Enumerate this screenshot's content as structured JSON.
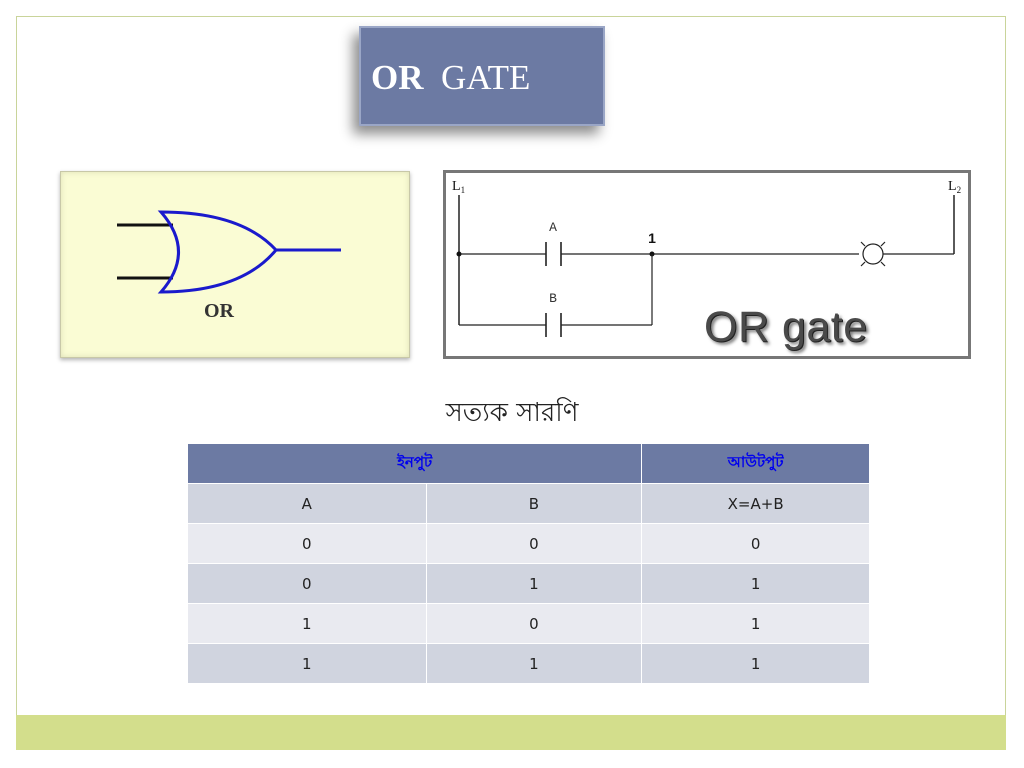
{
  "title": {
    "bold": "OR",
    "regular": "GATE"
  },
  "gate_symbol": {
    "label": "OR"
  },
  "ladder": {
    "rail_left": "L",
    "rail_left_sub": "1",
    "rail_right": "L",
    "rail_right_sub": "2",
    "contact_a": "A",
    "contact_b": "B",
    "node_label": "1",
    "caption": "OR gate"
  },
  "truth_table": {
    "heading": "সত্যক সারণি",
    "group_headers": [
      "ইনপুট",
      "আউটপুট"
    ],
    "column_headers": [
      "A",
      "B",
      "X=A+B"
    ],
    "rows": [
      [
        "0",
        "0",
        "0"
      ],
      [
        "0",
        "1",
        "1"
      ],
      [
        "1",
        "0",
        "1"
      ],
      [
        "1",
        "1",
        "1"
      ]
    ]
  },
  "colors": {
    "title_box": "#6c7aa3",
    "footer_bar": "#d3de8c",
    "header_text": "#0000ee",
    "gate_stroke": "#1a1acc"
  }
}
